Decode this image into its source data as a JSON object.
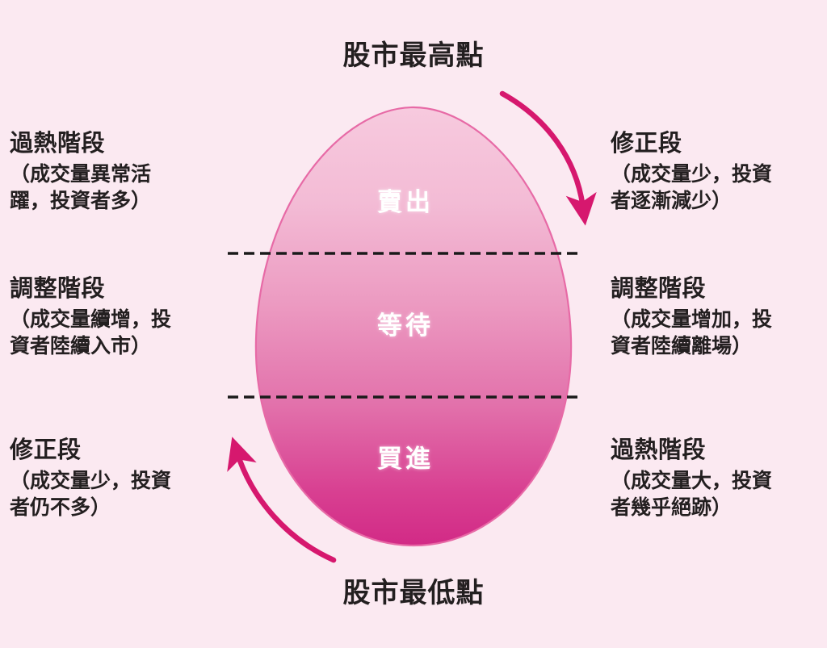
{
  "background_color": "#fbe9f1",
  "text_color": "#231f20",
  "accent_color": "#d6186e",
  "egg": {
    "fill_top_color": "#f6c5da",
    "fill_bottom_color": "#d62c8a",
    "outline_color": "#e5579b",
    "zones": [
      {
        "label": "賣出"
      },
      {
        "label": "等待"
      },
      {
        "label": "買進"
      }
    ],
    "divider_style": "dashed",
    "divider_color": "#1a1a1a"
  },
  "extremes": {
    "top": "股市最高點",
    "bottom": "股市最低點"
  },
  "left_column": [
    {
      "title": "過熱階段",
      "desc_lines": [
        "（成交量異常活",
        "躍，投資者多）"
      ]
    },
    {
      "title": "調整階段",
      "desc_lines": [
        "（成交量續增，投",
        "資者陸續入市）"
      ]
    },
    {
      "title": "修正段",
      "desc_lines": [
        "（成交量少，投資",
        "者仍不多）"
      ]
    }
  ],
  "right_column": [
    {
      "title": "修正段",
      "desc_lines": [
        "（成交量少，投資",
        "者逐漸減少）"
      ]
    },
    {
      "title": "調整階段",
      "desc_lines": [
        "（成交量增加，投",
        "資者陸續離場）"
      ]
    },
    {
      "title": "過熱階段",
      "desc_lines": [
        "（成交量大，投資",
        "者幾乎絕跡）"
      ]
    }
  ],
  "arrows": [
    {
      "name": "downward-cycle-arrow",
      "direction": "down-right",
      "color": "#d6186e"
    },
    {
      "name": "upward-cycle-arrow",
      "direction": "up-left",
      "color": "#d6186e"
    }
  ]
}
